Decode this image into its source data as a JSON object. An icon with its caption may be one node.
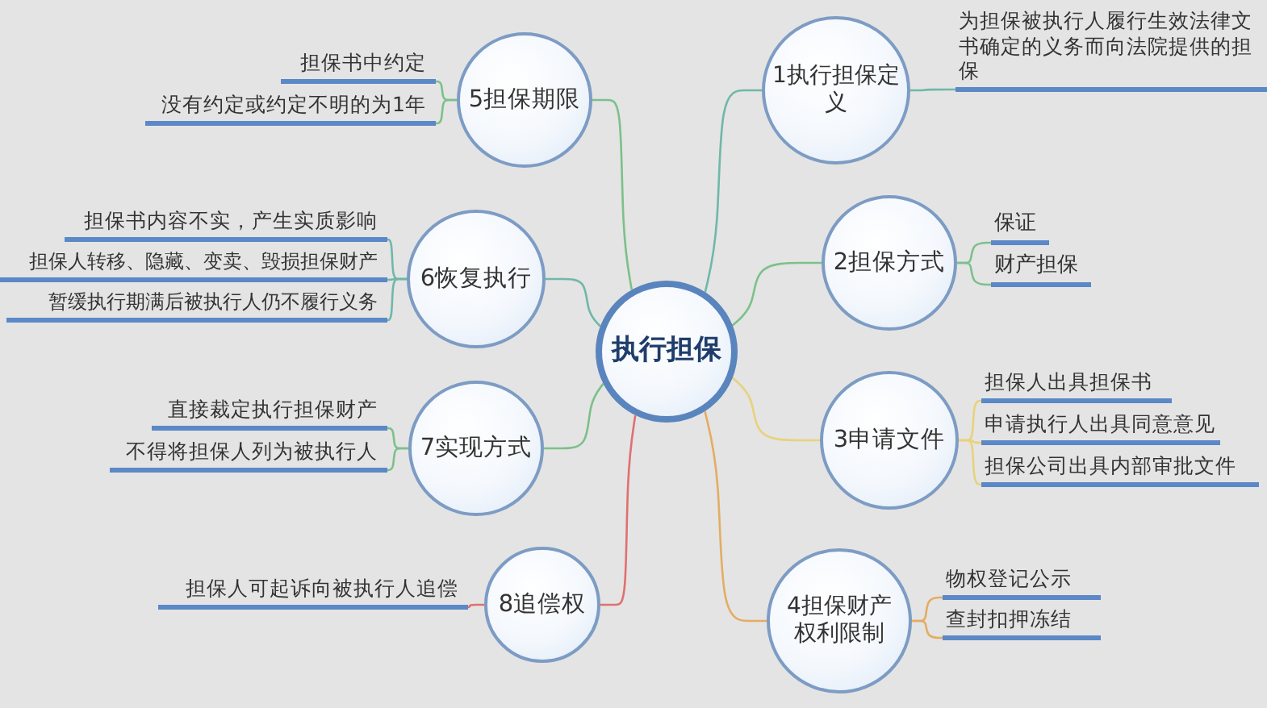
{
  "diagram": {
    "nodes": [
      {
        "text": [
          "执行担保"
        ]
      },
      {
        "text": [
          "1执行担保定义"
        ]
      },
      {
        "text": [
          "为担保被执行人履行生效法律文书确定的义务而向法院提供的担保"
        ]
      },
      {
        "text": [
          "2担保方式"
        ]
      },
      {
        "text": [
          "保证"
        ]
      },
      {
        "text": [
          "财产担保"
        ]
      },
      {
        "text": [
          "3申请文件"
        ]
      },
      {
        "text": [
          "担保人出具担保书"
        ]
      },
      {
        "text": [
          "申请执行人出具同意意见"
        ]
      },
      {
        "text": [
          "担保公司出具内部审批文件"
        ]
      },
      {
        "text": [
          "4担保财产权利限制"
        ]
      },
      {
        "text": [
          "物权登记公示"
        ]
      },
      {
        "text": [
          "查封扣押冻结"
        ]
      },
      {
        "text": [
          "5担保期限"
        ]
      },
      {
        "text": [
          "担保书中约定"
        ]
      },
      {
        "text": [
          "没有约定或约定不明的为1年"
        ]
      },
      {
        "text": [
          "6恢复执行"
        ]
      },
      {
        "text": [
          "担保书内容不实，产生实质影响"
        ]
      },
      {
        "text": [
          "担保人转移、隐藏、变卖、毁损担保财产"
        ]
      },
      {
        "text": [
          "暂缓执行期满后被执行人仍不履行义务"
        ]
      },
      {
        "text": [
          "7实现方式"
        ]
      },
      {
        "text": [
          "直接裁定执行担保财产"
        ]
      },
      {
        "text": [
          "不得将担保人列为被执行人"
        ]
      },
      {
        "text": [
          "8追偿权"
        ]
      },
      {
        "text": [
          "担保人可起诉向被执行人追偿"
        ]
      }
    ],
    "edges": [
      {
        "from": 0,
        "to": 1,
        "arrow": "none",
        "color": "#6fb8a8"
      },
      {
        "from": 1,
        "to": 2,
        "arrow": "none",
        "color": "#6fb8a8"
      },
      {
        "from": 0,
        "to": 3,
        "arrow": "none",
        "color": "#7cc08a"
      },
      {
        "from": 3,
        "to": 4,
        "arrow": "none",
        "color": "#7cc08a"
      },
      {
        "from": 3,
        "to": 5,
        "arrow": "none",
        "color": "#7cc08a"
      },
      {
        "from": 0,
        "to": 6,
        "arrow": "none",
        "color": "#e8d27a"
      },
      {
        "from": 6,
        "to": 7,
        "arrow": "none",
        "color": "#e8d27a"
      },
      {
        "from": 6,
        "to": 8,
        "arrow": "none",
        "color": "#e8d27a"
      },
      {
        "from": 6,
        "to": 9,
        "arrow": "none",
        "color": "#e8d27a"
      },
      {
        "from": 0,
        "to": 10,
        "arrow": "none",
        "color": "#e4ad62"
      },
      {
        "from": 10,
        "to": 11,
        "arrow": "none",
        "color": "#e4ad62"
      },
      {
        "from": 10,
        "to": 12,
        "arrow": "none",
        "color": "#e4ad62"
      },
      {
        "from": 0,
        "to": 13,
        "arrow": "none",
        "color": "#7cc08a"
      },
      {
        "from": 13,
        "to": 14,
        "arrow": "none",
        "color": "#7cc08a"
      },
      {
        "from": 13,
        "to": 15,
        "arrow": "none",
        "color": "#7cc08a"
      },
      {
        "from": 0,
        "to": 16,
        "arrow": "none",
        "color": "#6fb8a8"
      },
      {
        "from": 16,
        "to": 17,
        "arrow": "none",
        "color": "#6fb8a8"
      },
      {
        "from": 16,
        "to": 18,
        "arrow": "none",
        "color": "#6fb8a8"
      },
      {
        "from": 16,
        "to": 19,
        "arrow": "none",
        "color": "#6fb8a8"
      },
      {
        "from": 0,
        "to": 20,
        "arrow": "none",
        "color": "#7cc08a"
      },
      {
        "from": 20,
        "to": 21,
        "arrow": "none",
        "color": "#7cc08a"
      },
      {
        "from": 20,
        "to": 22,
        "arrow": "none",
        "color": "#7cc08a"
      },
      {
        "from": 0,
        "to": 23,
        "arrow": "none",
        "color": "#e07070"
      },
      {
        "from": 23,
        "to": 24,
        "arrow": "none",
        "color": "#e07070"
      }
    ]
  }
}
